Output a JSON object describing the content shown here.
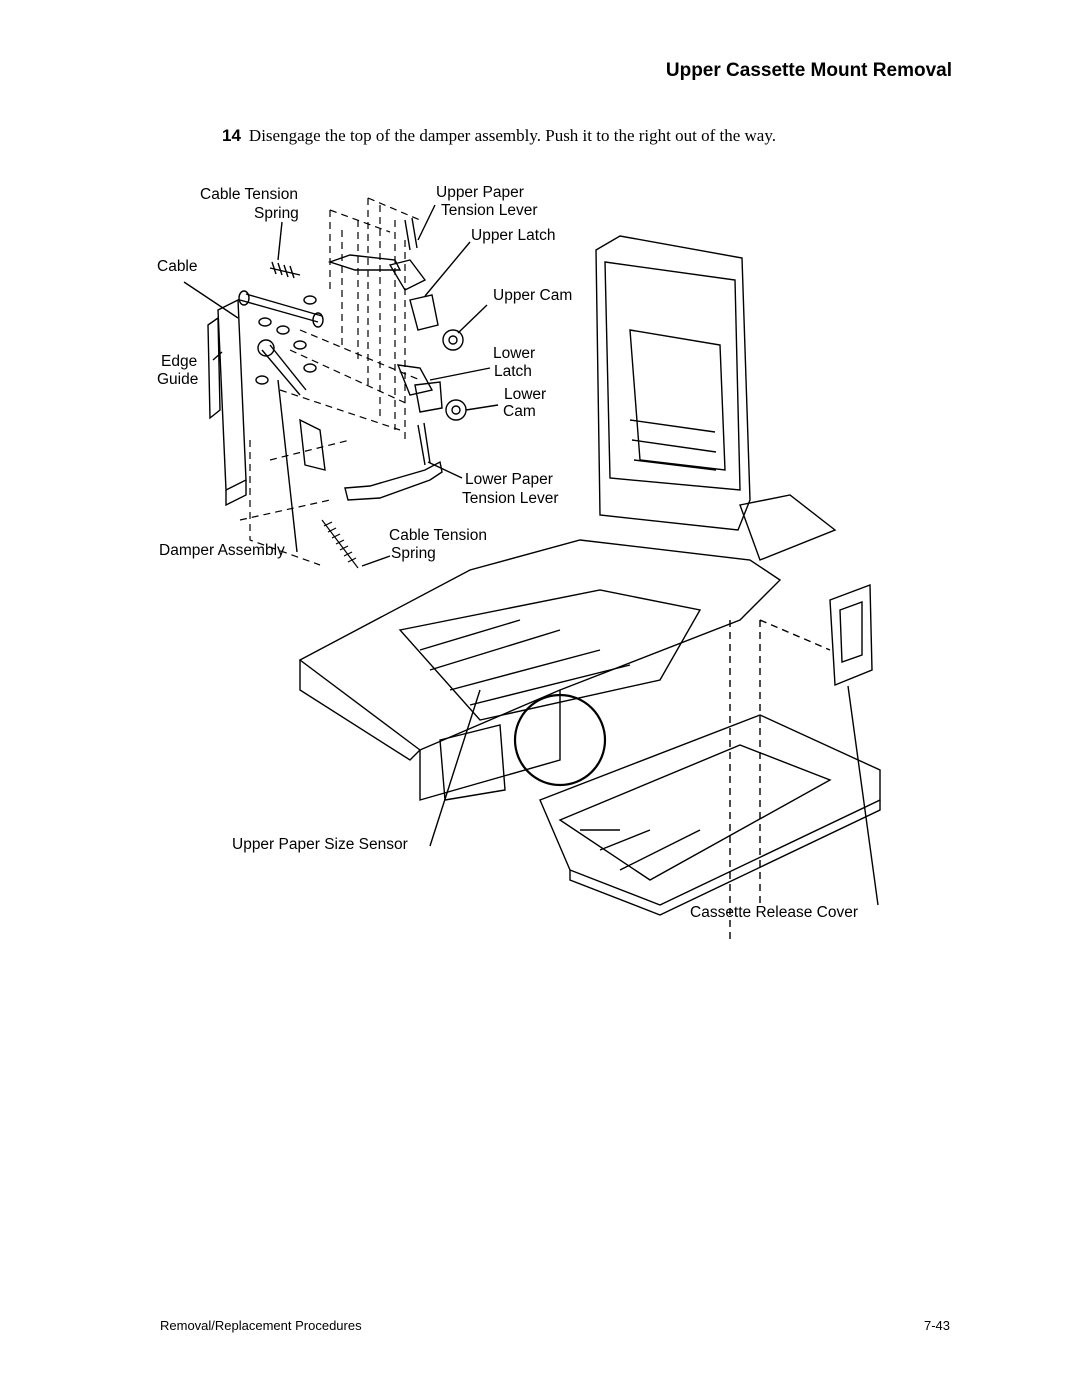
{
  "header": {
    "title": "Upper Cassette Mount Removal"
  },
  "step": {
    "number": "14",
    "text": "Disengage the top of the damper assembly. Push it to the right out of the way."
  },
  "figure": {
    "labels": {
      "cable_tension_spring_top_1": "Cable Tension",
      "cable_tension_spring_top_2": "Spring",
      "upper_paper_tension_lever_1": "Upper Paper",
      "upper_paper_tension_lever_2": "Tension Lever",
      "upper_latch": "Upper Latch",
      "cable": "Cable",
      "upper_cam": "Upper Cam",
      "edge_guide_1": "Edge",
      "edge_guide_2": "Guide",
      "lower_latch_1": "Lower",
      "lower_latch_2": "Latch",
      "lower_cam_1": "Lower",
      "lower_cam_2": "Cam",
      "lower_paper_tension_lever_1": "Lower Paper",
      "lower_paper_tension_lever_2": "Tension Lever",
      "cable_tension_spring_bottom_1": "Cable Tension",
      "cable_tension_spring_bottom_2": "Spring",
      "damper_assembly": "Damper Assembly",
      "upper_paper_size_sensor": "Upper Paper Size Sensor",
      "cassette_release_cover": "Cassette Release Cover"
    }
  },
  "footer": {
    "section": "Removal/Replacement Procedures",
    "page": "7-43"
  }
}
